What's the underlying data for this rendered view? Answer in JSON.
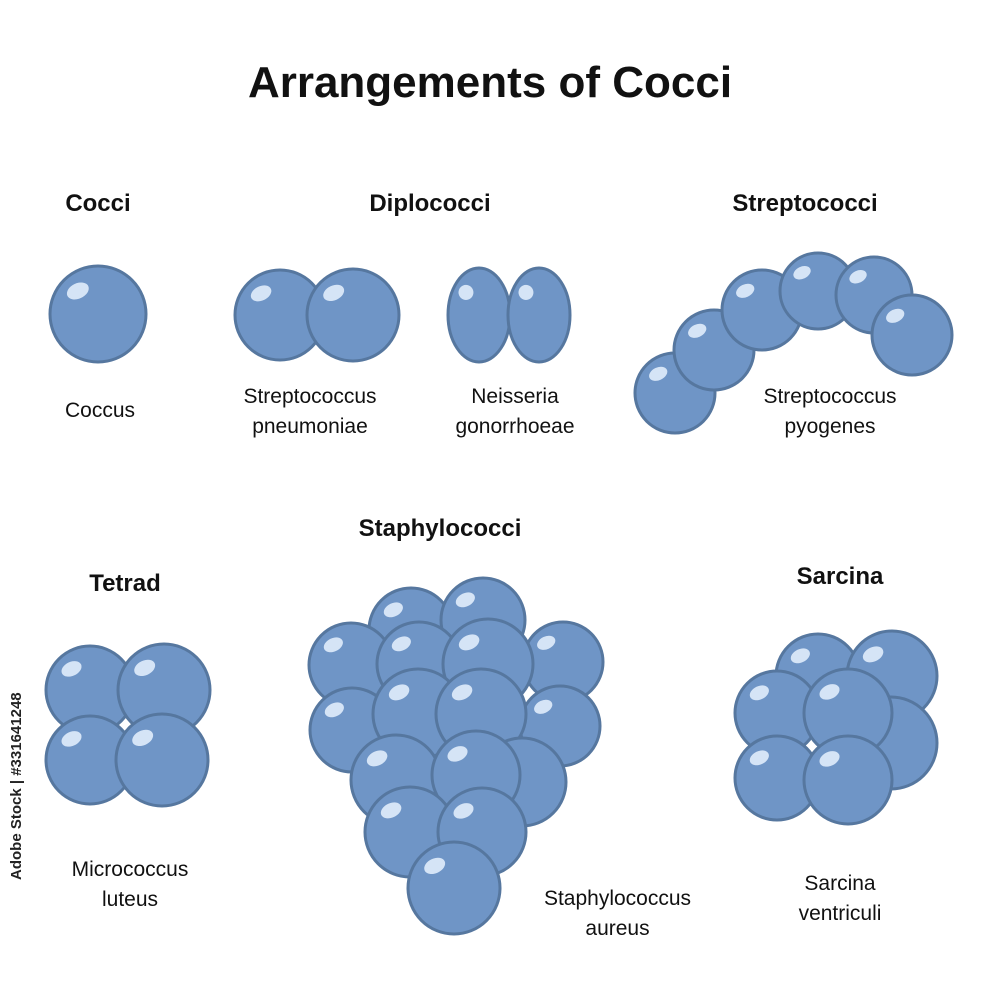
{
  "title": "Arrangements of Cocci",
  "colors": {
    "cell_fill": "#6f95c6",
    "cell_stroke": "#56779f",
    "highlight": "#d5e4f6"
  },
  "groups": {
    "cocci": {
      "heading": "Cocci",
      "caption": [
        "Coccus"
      ]
    },
    "diplococci": {
      "heading": "Diplococci",
      "examples": [
        {
          "caption": [
            "Streptococcus",
            "pneumoniae"
          ]
        },
        {
          "caption": [
            "Neisseria",
            "gonorrhoeae"
          ]
        }
      ]
    },
    "streptococci": {
      "heading": "Streptococci",
      "caption": [
        "Streptococcus",
        "pyogenes"
      ]
    },
    "tetrad": {
      "heading": "Tetrad",
      "caption": [
        "Micrococcus",
        "luteus"
      ]
    },
    "staphylococci": {
      "heading": "Staphylococci",
      "caption": [
        "Staphylococcus",
        "aureus"
      ]
    },
    "sarcina": {
      "heading": "Sarcina",
      "caption": [
        "Sarcina",
        "ventriculi"
      ]
    }
  },
  "stock_id": "Adobe Stock | #331641248"
}
